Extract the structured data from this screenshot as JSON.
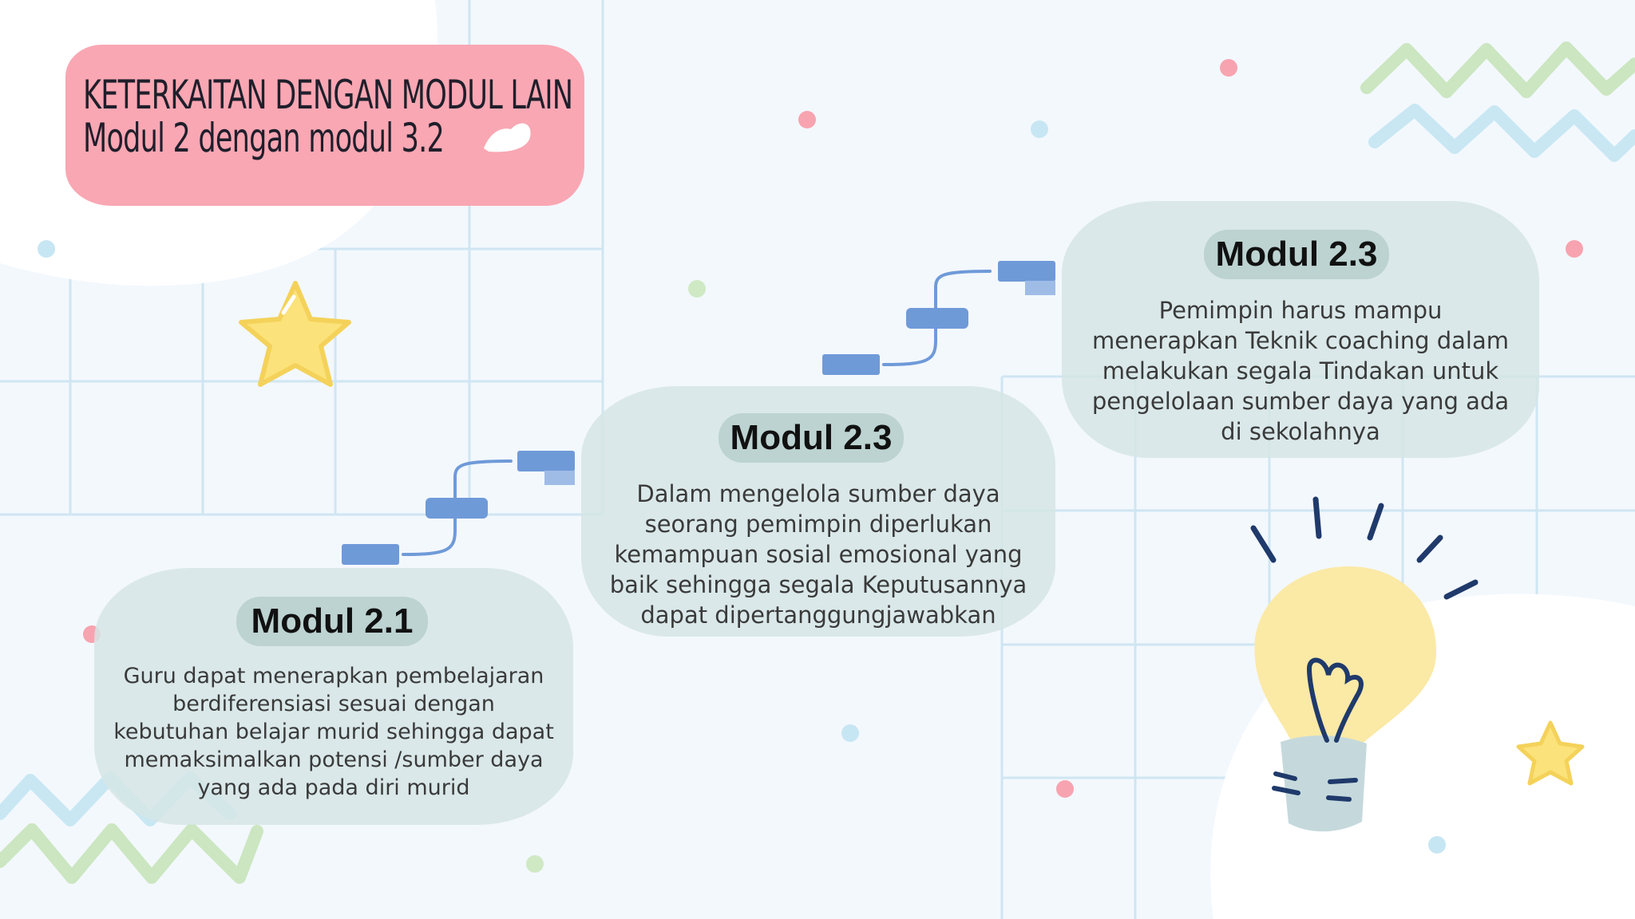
{
  "title": {
    "line1": "KETERKAITAN DENGAN MODUL LAIN",
    "line2": "Modul 2 dengan modul 3.2"
  },
  "cards": [
    {
      "heading": "Modul 2.1",
      "lines": [
        "Guru dapat menerapkan pembelajaran",
        "berdiferensiasi sesuai dengan",
        "kebutuhan belajar murid sehingga dapat",
        "memaksimalkan potensi /sumber daya",
        "yang ada pada diri murid"
      ]
    },
    {
      "heading": "Modul 2.3",
      "lines": [
        "Dalam mengelola sumber daya",
        "seorang pemimpin diperlukan",
        "kemampuan sosial emosional yang",
        "baik sehingga segala Keputusannya",
        "dapat dipertanggungjawabkan"
      ]
    },
    {
      "heading": "Modul 2.3",
      "lines": [
        "Pemimpin harus mampu",
        "menerapkan Teknik coaching dalam",
        "melakukan segala Tindakan untuk",
        "pengelolaan sumber daya yang ada",
        "di sekolahnya"
      ]
    }
  ],
  "colors": {
    "title_bg": "#f9a7b3",
    "card_bg": "#d5e5e5",
    "pill_bg": "#bcd3d1",
    "step_blue": "#6f9ad8",
    "star_yellow": "#fbe27a",
    "bulb_yellow": "#fbe9a6"
  },
  "icons": [
    "heart-icon",
    "star-icon",
    "lightbulb-icon",
    "zigzag-decoration",
    "staircase-connector"
  ]
}
